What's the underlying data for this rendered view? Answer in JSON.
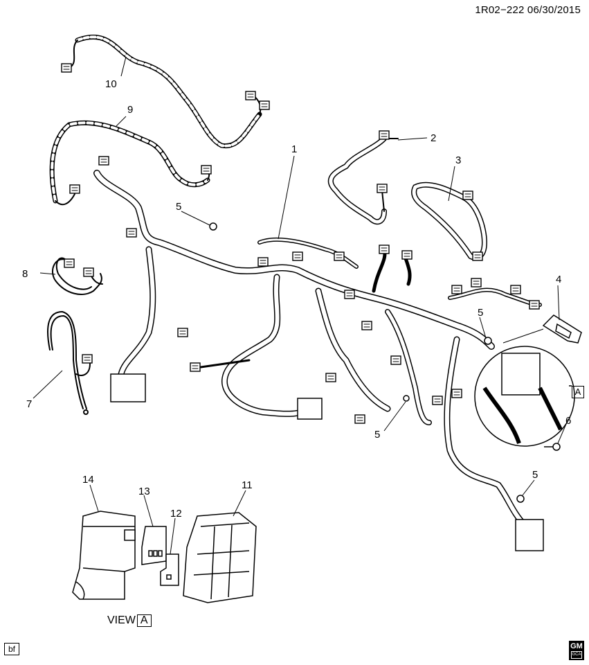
{
  "header": {
    "document_id": "1R02−222  06/30/2015"
  },
  "callouts": {
    "c1": "1",
    "c2": "2",
    "c3": "3",
    "c4": "4",
    "c5a": "5",
    "c5b": "5",
    "c5c": "5",
    "c5d": "5",
    "c6": "6",
    "c7": "7",
    "c8": "8",
    "c9": "9",
    "c10": "10",
    "c11": "11",
    "c12": "12",
    "c13": "13",
    "c14": "14"
  },
  "detail_marker": "A",
  "view": {
    "label": "VIEW",
    "marker": "A"
  },
  "footer": {
    "tag": "bf",
    "logo_main": "GM",
    "logo_sub": "GCA"
  }
}
